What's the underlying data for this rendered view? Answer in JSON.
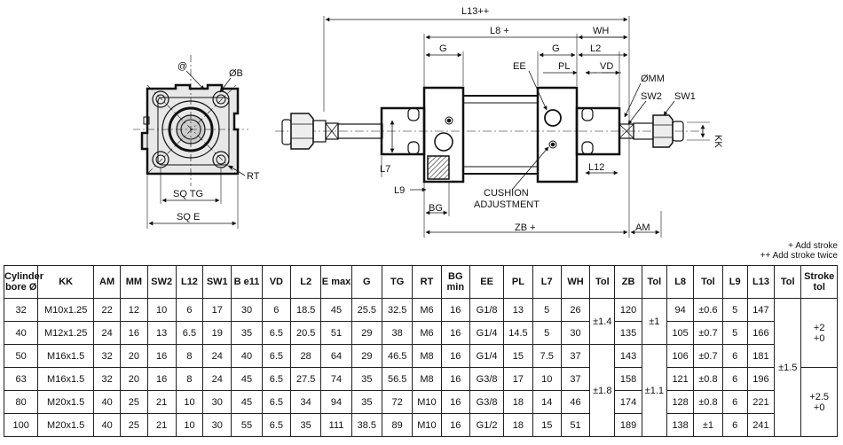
{
  "dims": {
    "l13": "L13++",
    "l8": "L8 +",
    "wh": "WH",
    "g": "G",
    "l2": "L2",
    "ee": "EE",
    "pl": "PL",
    "vd": "VD",
    "mm": "ØMM",
    "sw2": "SW2",
    "sw1": "SW1",
    "kk": "KK",
    "l7": "L7",
    "l9": "L9",
    "bg": "BG",
    "l12": "L12",
    "cushion": "CUSHION",
    "adjustment": "ADJUSTMENT",
    "zb": "ZB +",
    "am": "AM",
    "at": "@",
    "b": "ØB",
    "rt": "RT",
    "sqtg": "SQ TG",
    "sqe": "SQ E"
  },
  "notes": {
    "add_stroke": "+ Add stroke",
    "add_stroke_twice": "++ Add stroke twice"
  },
  "table": {
    "headers": [
      "Cylinder bore Ø",
      "KK",
      "AM",
      "MM",
      "SW2",
      "L12",
      "SW1",
      "B e11",
      "VD",
      "L2",
      "E max",
      "G",
      "TG",
      "RT",
      "BG min",
      "EE",
      "PL",
      "L7",
      "WH",
      "Tol",
      "ZB",
      "Tol",
      "L8",
      "Tol",
      "L9",
      "L13",
      "Tol",
      "Stroke tol"
    ],
    "rows": [
      [
        "32",
        "M10x1.25",
        "22",
        "12",
        "10",
        "6",
        "17",
        "30",
        "6",
        "18.5",
        "45",
        "25.5",
        "32.5",
        "M6",
        "16",
        "G1/8",
        "13",
        "5",
        "26",
        "120",
        "94",
        "±0.6",
        "5",
        "147"
      ],
      [
        "40",
        "M12x1.25",
        "24",
        "16",
        "13",
        "6.5",
        "19",
        "35",
        "6.5",
        "20.5",
        "51",
        "29",
        "38",
        "M6",
        "16",
        "G1/4",
        "14.5",
        "5",
        "30",
        "135",
        "105",
        "±0.7",
        "5",
        "166"
      ],
      [
        "50",
        "M16x1.5",
        "32",
        "20",
        "16",
        "8",
        "24",
        "40",
        "6.5",
        "28",
        "64",
        "29",
        "46.5",
        "M8",
        "16",
        "G1/4",
        "15",
        "7.5",
        "37",
        "143",
        "106",
        "±0.7",
        "6",
        "181"
      ],
      [
        "63",
        "M16x1.5",
        "32",
        "20",
        "16",
        "8",
        "24",
        "45",
        "6.5",
        "27.5",
        "74",
        "35",
        "56.5",
        "M8",
        "16",
        "G3/8",
        "17",
        "10",
        "37",
        "158",
        "121",
        "±0.8",
        "6",
        "196"
      ],
      [
        "80",
        "M20x1.5",
        "40",
        "25",
        "21",
        "10",
        "30",
        "45",
        "6.5",
        "34",
        "94",
        "35",
        "72",
        "M10",
        "16",
        "G3/8",
        "18",
        "14",
        "46",
        "174",
        "128",
        "±0.8",
        "6",
        "221"
      ],
      [
        "100",
        "M20x1.5",
        "40",
        "25",
        "21",
        "10",
        "30",
        "55",
        "6.5",
        "35",
        "111",
        "38.5",
        "89",
        "M10",
        "16",
        "G1/2",
        "18",
        "15",
        "51",
        "189",
        "138",
        "±1",
        "6",
        "241"
      ]
    ],
    "merged": {
      "wh_tol_a": "±1.4",
      "wh_tol_b": "±1.8",
      "zb_tol_a": "±1",
      "zb_tol_b": "±1.1",
      "l13_tol": "±1.5",
      "stroke_tol_a_1": "+2",
      "stroke_tol_a_2": "+0",
      "stroke_tol_b_1": "+2.5",
      "stroke_tol_b_2": "+0"
    }
  }
}
